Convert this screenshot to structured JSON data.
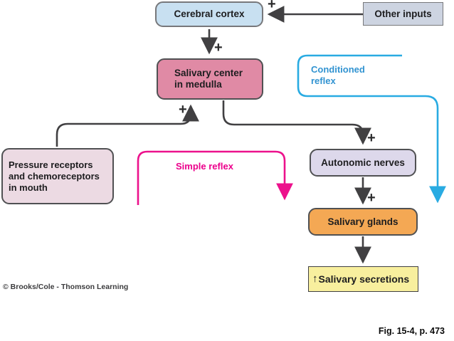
{
  "figure": {
    "copyright": "© Brooks/Cole - Thomson Learning",
    "caption": "Fig. 15-4, p. 473",
    "background": "#FFFFFF"
  },
  "symbols": {
    "plus": "+",
    "up_arrow": "↑"
  },
  "nodes": {
    "cerebral_cortex": {
      "label": "Cerebral cortex",
      "fill": "#C8E0F1"
    },
    "other_inputs": {
      "label": "Other inputs",
      "fill": "#CDD4E1"
    },
    "salivary_center": {
      "line1": "Salivary center",
      "line2": "in medulla",
      "fill": "#E08AA5"
    },
    "pressure_receptors": {
      "line1": "Pressure receptors",
      "line2": "and chemoreceptors",
      "line3": "in mouth",
      "fill": "#ECDAE3"
    },
    "autonomic_nerves": {
      "label": "Autonomic nerves",
      "fill": "#DDD8EB"
    },
    "salivary_glands": {
      "label": "Salivary glands",
      "fill": "#F4A854"
    },
    "salivary_secretions": {
      "label": "Salivary secretions",
      "fill": "#F8EF9E"
    }
  },
  "annotations": {
    "conditioned_reflex": {
      "line1": "Conditioned",
      "line2": "reflex",
      "color": "#29ABE2",
      "text_color": "#3193D1"
    },
    "simple_reflex": {
      "label": "Simple reflex",
      "color": "#EC118C",
      "text_color": "#EC008C"
    }
  },
  "arrows": {
    "color": "#414042"
  }
}
